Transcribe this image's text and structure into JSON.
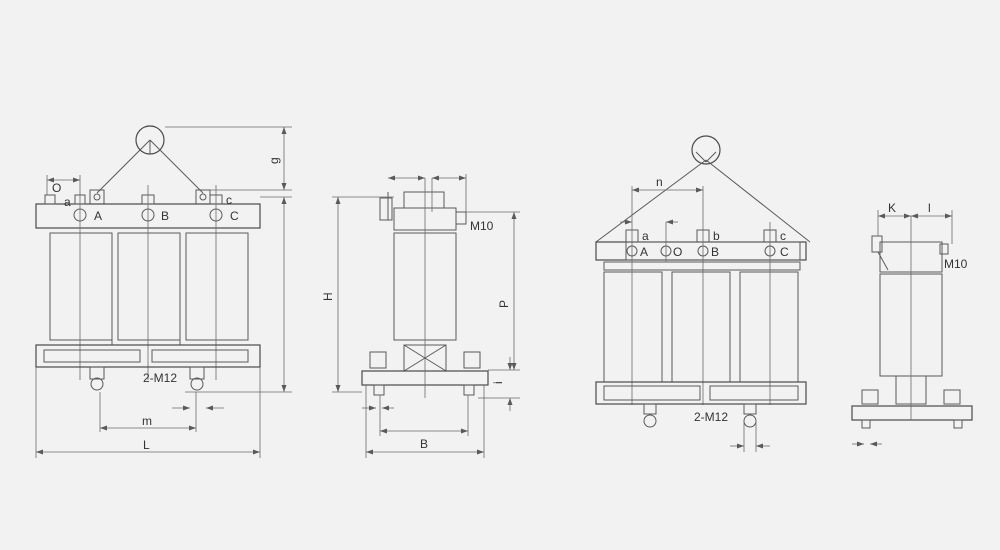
{
  "colors": {
    "background": "#f2f2f2",
    "line": "#5a5a5a"
  },
  "icons": [
    "lifting-ring-icon",
    "terminal-circle-icon",
    "bolt-icon",
    "arrowhead-icon"
  ],
  "view1": {
    "terminals": [
      "a",
      "A",
      "B",
      "C",
      "c"
    ],
    "dims": {
      "o": "O",
      "g": "g",
      "m": "m",
      "l": "L"
    },
    "bolt_note": "2-M12"
  },
  "view2": {
    "dims": {
      "h": "H",
      "p": "P",
      "i": "i",
      "b": "B"
    },
    "bolt_note": "M10"
  },
  "view3": {
    "terminals": [
      "a",
      "b",
      "c",
      "A",
      "O",
      "B",
      "C"
    ],
    "dims": {
      "n": "n"
    },
    "bolt_note": "2-M12"
  },
  "view4": {
    "dims": {
      "k": "K",
      "l": "l"
    },
    "bolt_note": "M10"
  }
}
